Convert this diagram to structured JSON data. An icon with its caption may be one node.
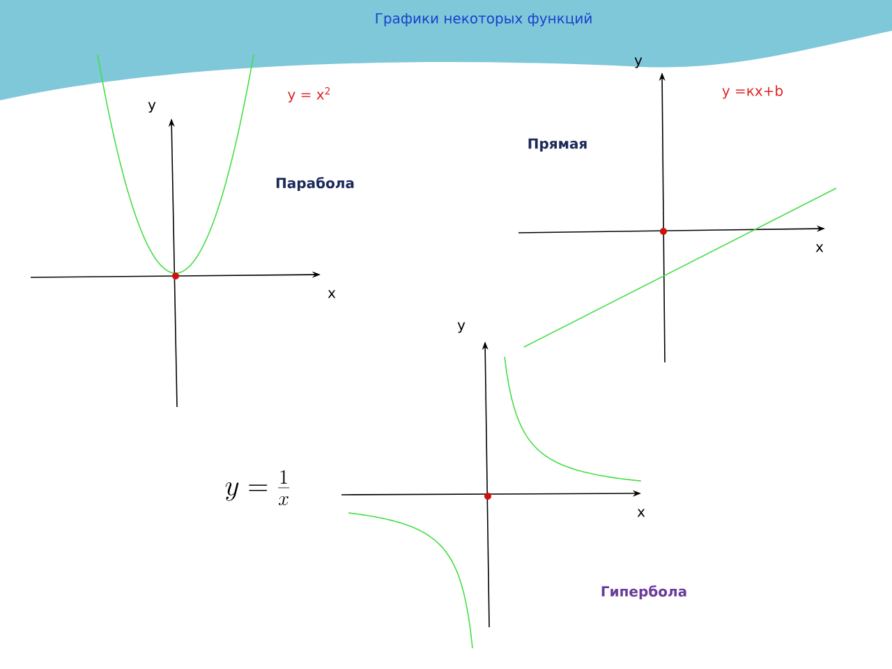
{
  "diagram": {
    "title": "Графики некоторых функций",
    "labels": [
      "y",
      "y = x$^{2}$",
      "y =кх+b",
      "y",
      "Прямая",
      "Парабола",
      "x",
      "x",
      "y",
      "y=\\frac{1}{x}",
      "x",
      "Гипербола"
    ]
  }
}
